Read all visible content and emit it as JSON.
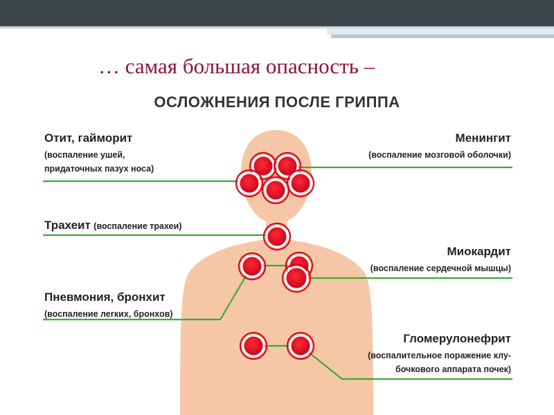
{
  "slide": {
    "title": "… самая большая опасность –"
  },
  "figure": {
    "title": "ОСЛОЖНЕНИЯ ПОСЛЕ ГРИППА",
    "labels": {
      "otitis": {
        "title": "Отит, гайморит",
        "sub": [
          "(воспаление ушей,",
          "придаточных пазух носа)"
        ]
      },
      "meningitis": {
        "title": "Менингит",
        "sub": [
          "(воспаление мозговой оболочки)"
        ]
      },
      "tracheitis": {
        "title": "Трахеит",
        "sub": [
          "(воспаление трахеи)"
        ]
      },
      "myocarditis": {
        "title": "Миокардит",
        "sub": [
          "(воспаление сердечной мышцы)"
        ]
      },
      "pneumonia": {
        "title": "Пневмония, бронхит",
        "sub": [
          "(воспаление легких, бронхов)"
        ]
      },
      "glomerulonephritis": {
        "title": "Гломерулонефрит",
        "sub": [
          "(воспалительное поражение клу-",
          "бочкового аппарата почек)"
        ]
      }
    },
    "colors": {
      "skin": "#f6c7a6",
      "marker_red": "#e1001a",
      "line_green": "#3aa935",
      "title_maroon": "#8c1538",
      "topbar": "#3d4549"
    }
  }
}
